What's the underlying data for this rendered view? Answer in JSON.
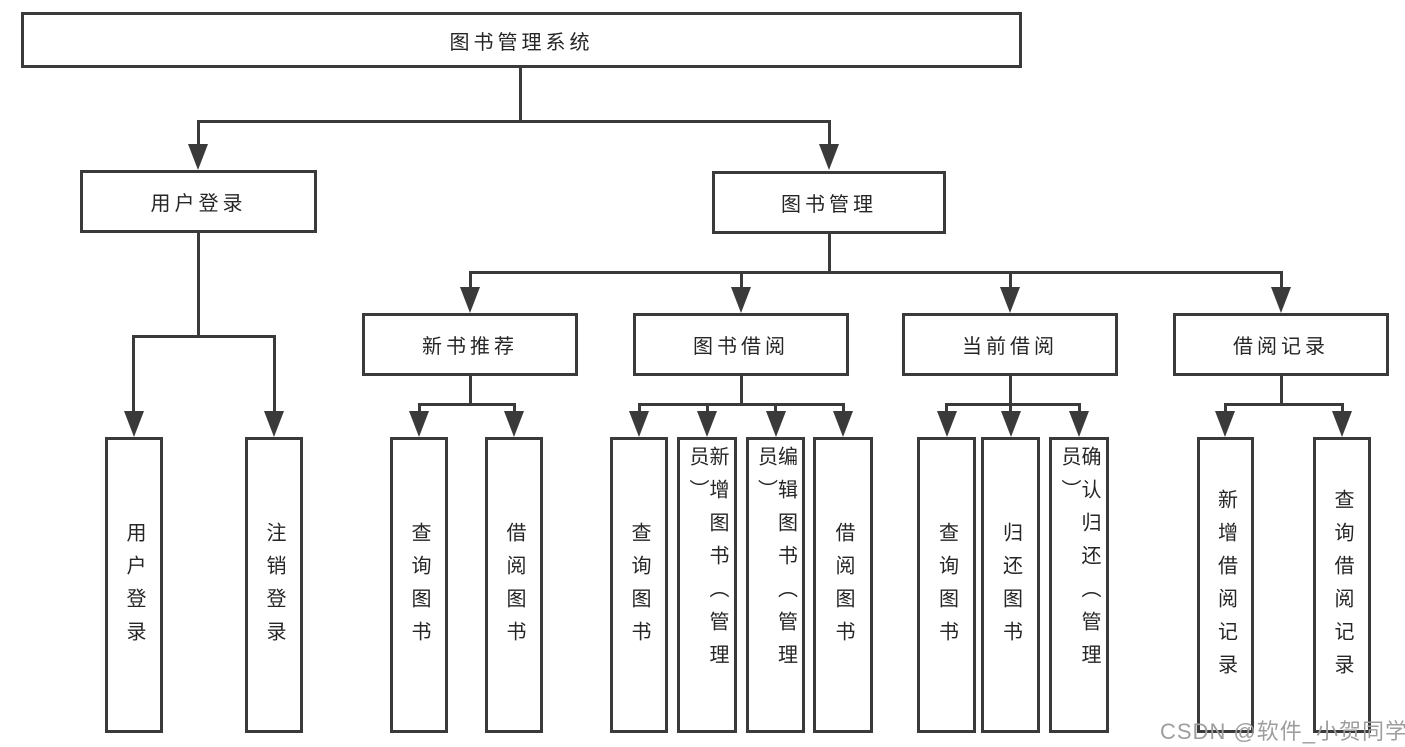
{
  "tree": {
    "label": "图书管理系统",
    "children": [
      {
        "label": "用户登录",
        "children": [
          {
            "label": "用户登录"
          },
          {
            "label": "注销登录"
          }
        ]
      },
      {
        "label": "图书管理",
        "children": [
          {
            "label": "新书推荐",
            "children": [
              {
                "label": "查询图书"
              },
              {
                "label": "借阅图书"
              }
            ]
          },
          {
            "label": "图书借阅",
            "children": [
              {
                "label": "查询图书"
              },
              {
                "label": "新增图书（管理员）"
              },
              {
                "label": "编辑图书（管理员）"
              },
              {
                "label": "借阅图书"
              }
            ]
          },
          {
            "label": "当前借阅",
            "children": [
              {
                "label": "查询图书"
              },
              {
                "label": "归还图书"
              },
              {
                "label": "确认归还（管理员）"
              }
            ]
          },
          {
            "label": "借阅记录",
            "children": [
              {
                "label": "新增借阅记录"
              },
              {
                "label": "查询借阅记录"
              }
            ]
          }
        ]
      }
    ]
  },
  "watermark": {
    "text": "CSDN @软件_小贺同学",
    "color": "#9e9e9e"
  },
  "colors": {
    "line": "#3a3a3a",
    "box_border": "#3a3a3a",
    "text": "#262626",
    "background": "#ffffff"
  }
}
